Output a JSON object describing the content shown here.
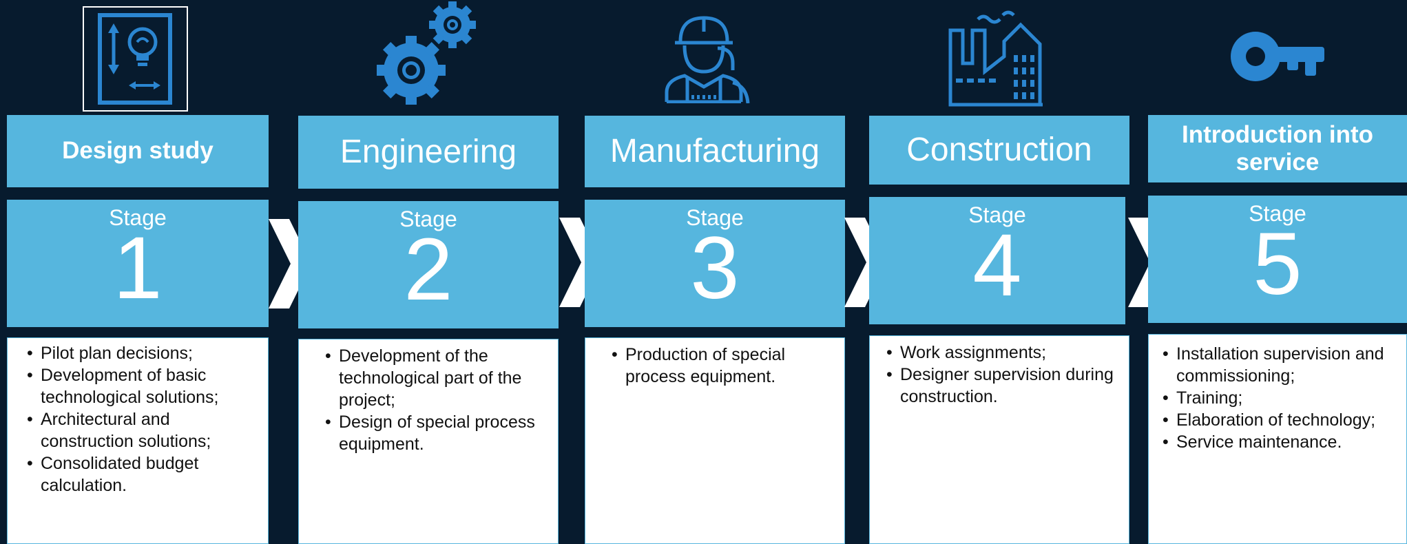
{
  "stages": [
    {
      "title": "Design study",
      "stage_label": "Stage",
      "number": "1",
      "icon": "design-blueprint-icon",
      "items": [
        "Pilot plan decisions;",
        "Development of basic technological solutions;",
        "Architectural and construction solutions;",
        "Consolidated budget calculation."
      ]
    },
    {
      "title": "Engineering",
      "stage_label": "Stage",
      "number": "2",
      "icon": "gears-icon",
      "items": [
        "Development of the technological part of the project;",
        "Design of special process equipment."
      ]
    },
    {
      "title": "Manufacturing",
      "stage_label": "Stage",
      "number": "3",
      "icon": "workers-icon",
      "items": [
        "Production of special process equipment."
      ]
    },
    {
      "title": "Construction",
      "stage_label": "Stage",
      "number": "4",
      "icon": "factory-icon",
      "items": [
        "Work assignments;",
        "Designer supervision during construction."
      ]
    },
    {
      "title": "Introduction into service",
      "stage_label": "Stage",
      "number": "5",
      "icon": "key-icon",
      "items": [
        "Installation supervision and commissioning;",
        "Training;",
        "Elaboration of technology;",
        "Service maintenance."
      ]
    }
  ],
  "colors": {
    "background": "#071b2e",
    "accent": "#56b6de",
    "icon": "#2b86d1",
    "text_light": "#ffffff",
    "text_dark": "#111111"
  }
}
